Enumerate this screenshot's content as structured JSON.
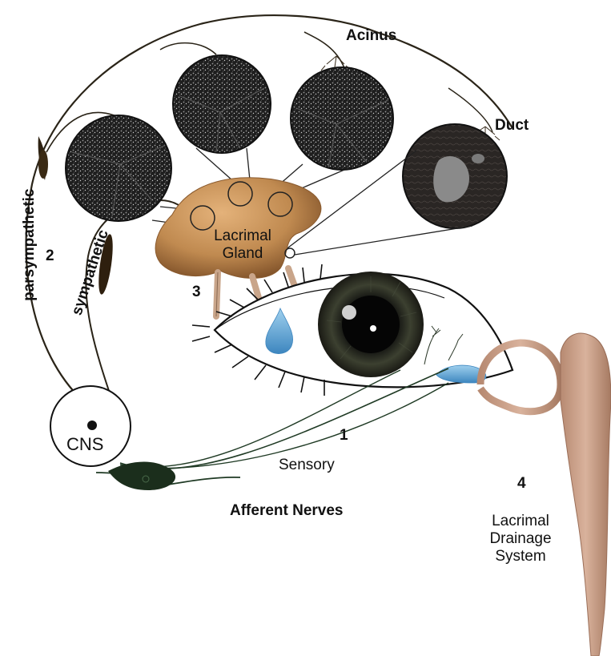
{
  "labels": {
    "acinus": "Acinus",
    "duct": "Duct",
    "parasympathetic": "parsympathetic",
    "sympathetic": "sympathetic",
    "num_2": "2",
    "num_3": "3",
    "num_1": "1",
    "num_4": "4",
    "lacrimal_gland_line1": "Lacrimal",
    "lacrimal_gland_line2": "Gland",
    "cns": "CNS",
    "sensory": "Sensory",
    "afferent_nerves": "Afferent Nerves",
    "drainage_line1": "Lacrimal",
    "drainage_line2": "Drainage",
    "drainage_line3": "System"
  },
  "colors": {
    "nerve_dark": "#2a2418",
    "sensory_nerve": "#1f3a24",
    "gland": "#c08a50",
    "gland_shadow": "#8a5a2e",
    "tear": "#5aa0d0",
    "drainage": "#c9a08a",
    "micrograph_bg": "#1c1c1c"
  }
}
